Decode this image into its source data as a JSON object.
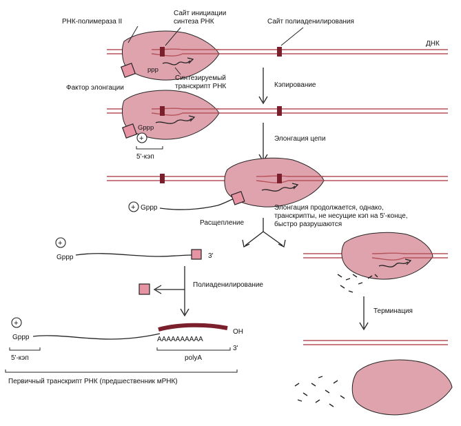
{
  "labels": {
    "polymerase": "РНК-полимераза II",
    "init_site_line1": "Сайт инициации",
    "init_site_line2": "синтеза РНК",
    "polyadenylation_site": "Сайт полиаденилирования",
    "dna": "ДНК",
    "ppp": "ppp",
    "nascent_line1": "Синтезируемый",
    "nascent_line2": "транскрипт РНК",
    "elongation_factor": "Фактор элонгации",
    "capping": "Кэпирование",
    "gppp": "Gppp",
    "plus": "+",
    "cap_5": "5'-кэп",
    "chain_elongation": "Элонгация цепи",
    "cleavage": "Расщепление",
    "elong_cont_line1": "Элонгация продолжается, однако,",
    "elong_cont_line2": "транскрипты, не несущие кэп на 5'-конце,",
    "elong_cont_line3": "быстро разрушаются",
    "three_prime": "3'",
    "polyadenylation": "Полиаденилирование",
    "termination": "Терминация",
    "poly_a_seq": "AAAAAAAAAA",
    "oh": "OH",
    "poly_a_label": "polyA",
    "primary_transcript": "Первичный транскрипт РНК (предшественник мРНК)"
  },
  "colors": {
    "dna": "#b5525a",
    "polymerase": "#dfa3ae",
    "site": "#7a1f2b",
    "factor": "#e693a4",
    "poly_a_tail": "#7a1f2b"
  }
}
